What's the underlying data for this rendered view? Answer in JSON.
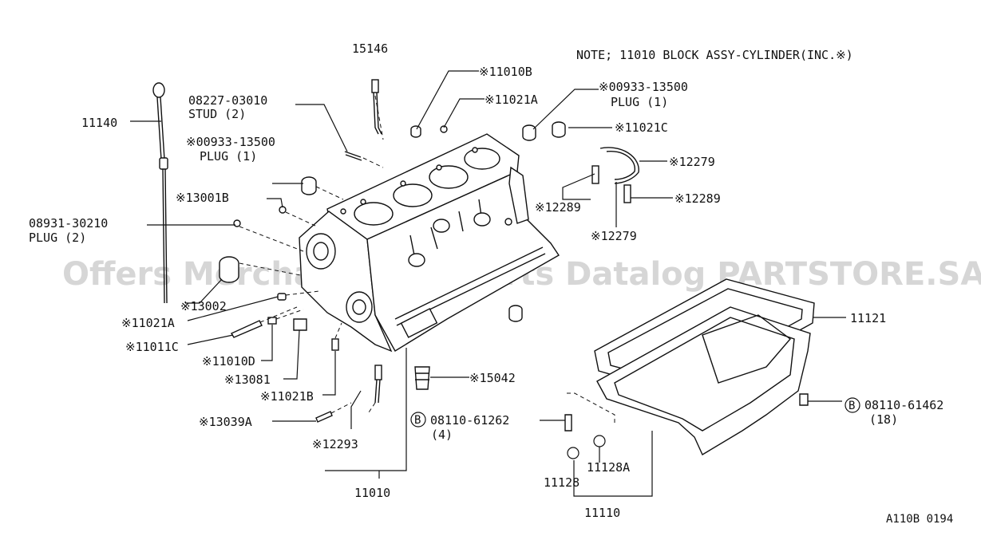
{
  "note": "NOTE; 11010 BLOCK ASSY-CYLINDER(INC.※)",
  "watermark": "Offers Merchant Auto Parts Datalog PARTSTORE.SA",
  "figure_code": "A110B 0194",
  "labels": {
    "p15146": "15146",
    "p11010B": "※11010B",
    "p11021A_top": "※11021A",
    "p00933_right": "※00933-13500",
    "plug1_right": "PLUG (1)",
    "p11021C": "※11021C",
    "p12279_top": "※12279",
    "p12289_right": "※12289",
    "p12289_left": "※12289",
    "p12279_bot": "※12279",
    "p11140": "11140",
    "p08227": "08227-03010",
    "stud2": "STUD (2)",
    "p00933_left": "※00933-13500",
    "plug1_left": "PLUG (1)",
    "p13001B": "※13001B",
    "p08931": "08931-30210",
    "plug2": "PLUG (2)",
    "p13002": "※13002",
    "p11021A_bot": "※11021A",
    "p11011C": "※11011C",
    "p11010D": "※11010D",
    "p13081": "※13081",
    "p11021B": "※11021B",
    "p13039A": "※13039A",
    "p12293": "※12293",
    "p15042": "※15042",
    "bolt_left_mark": "B",
    "bolt_left": "08110-61262",
    "bolt_left_qty": "(4)",
    "bolt_right_mark": "B",
    "bolt_right": "08110-61462",
    "bolt_right_qty": "(18)",
    "p11121": "11121",
    "p11128A": "11128A",
    "p11128": "11128",
    "p11110": "11110",
    "p11010": "11010"
  }
}
